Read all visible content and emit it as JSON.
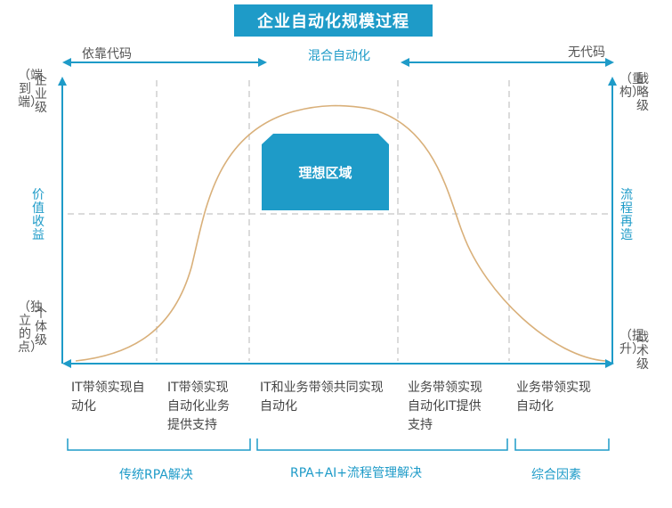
{
  "title": "企业自动化规模过程",
  "top_axis": {
    "left": "依靠代码",
    "middle": "混合自动化",
    "right": "无代码"
  },
  "left_axis": {
    "top_main": "企业级",
    "top_sub": "（端到端）",
    "middle": "价值收益",
    "bottom_main": "个体级",
    "bottom_sub": "（独立的点）"
  },
  "right_axis": {
    "top_main": "战略级",
    "top_sub": "（重构）",
    "middle": "流程再造",
    "bottom_main": "战术级",
    "bottom_sub": "（提升）"
  },
  "ideal_zone": "理想区域",
  "stages": [
    "IT带领实现自动化",
    "IT带领实现自动化业务提供支持",
    "IT和业务带领共同实现自动化",
    "业务带领实现自动化IT提供支持",
    "业务带领实现自动化"
  ],
  "groups": [
    "传统RPA解决",
    "RPA+AI+流程管理解决",
    "综合因素"
  ],
  "colors": {
    "accent": "#1e9bc8",
    "curve": "#d9b07a",
    "grid": "#cfcfcf"
  }
}
